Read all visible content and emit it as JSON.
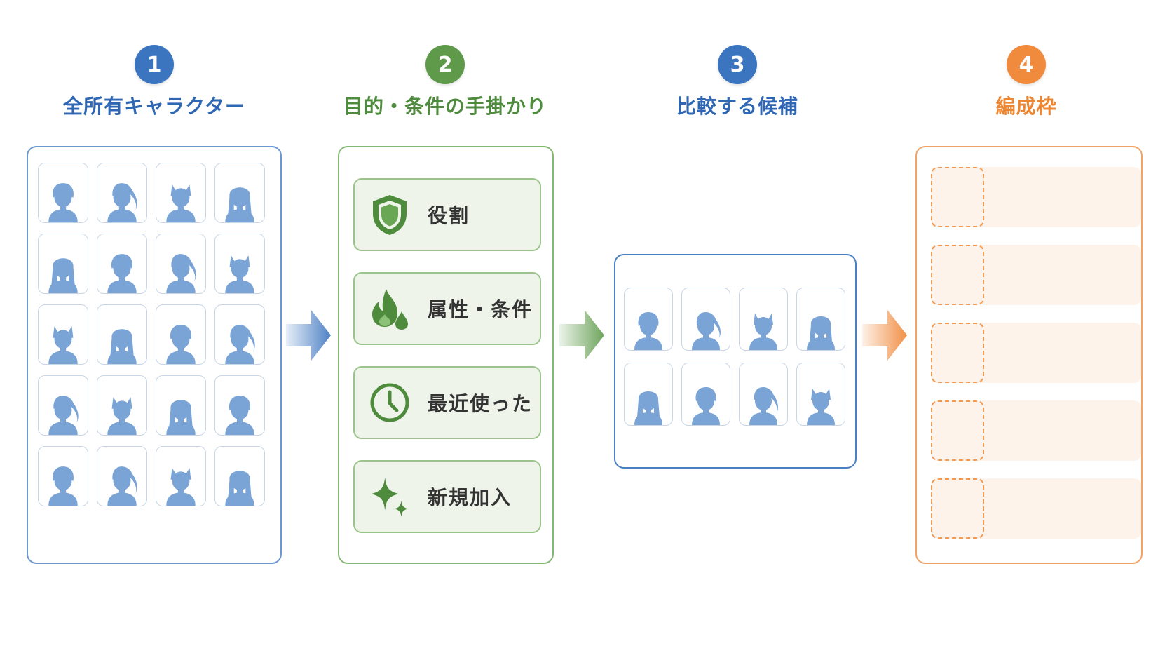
{
  "colors": {
    "blue": "#3b74bf",
    "green": "#5e9a4a",
    "orange": "#f08a3c",
    "silhouette": "#7aa3d6"
  },
  "steps": [
    {
      "number": "1",
      "title": "全所有キャラクター"
    },
    {
      "number": "2",
      "title": "目的・条件の手掛かり"
    },
    {
      "number": "3",
      "title": "比較する候補"
    },
    {
      "number": "4",
      "title": "編成枠"
    }
  ],
  "roster": {
    "character_count": 20,
    "icon": "character-silhouette-icon"
  },
  "cues": [
    {
      "label": "役割",
      "icon": "shield-icon"
    },
    {
      "label": "属性・条件",
      "icon": "flame-drop-icon"
    },
    {
      "label": "最近使った",
      "icon": "clock-icon"
    },
    {
      "label": "新規加入",
      "icon": "sparkle-icon"
    }
  ],
  "candidates": {
    "character_count": 8,
    "icon": "character-silhouette-icon"
  },
  "team": {
    "slot_count": 5
  }
}
